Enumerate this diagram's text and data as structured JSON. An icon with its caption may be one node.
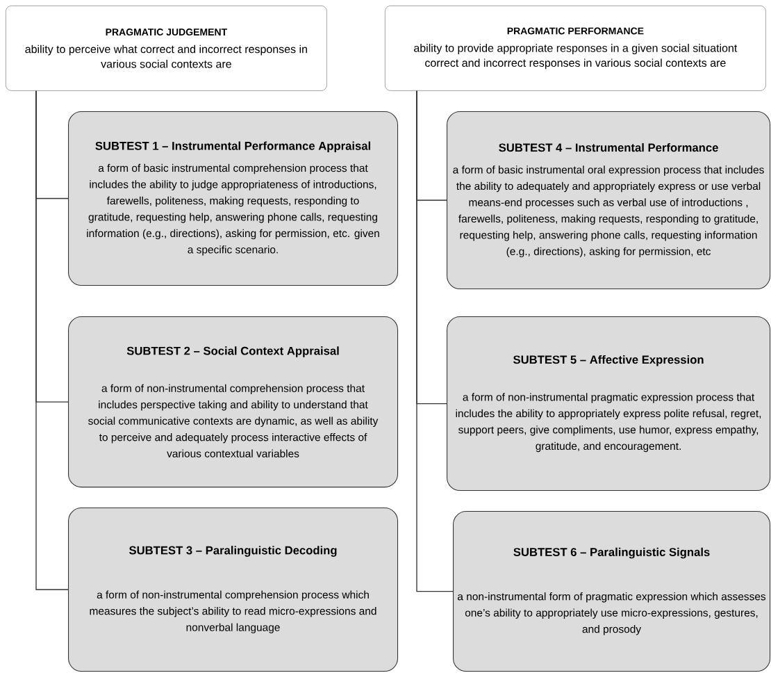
{
  "diagram": {
    "nodes": [
      {
        "text": [
          "PRAGMATIC JUDGEMENT",
          "ability to perceive what correct and incorrect responses in various social contexts are"
        ]
      },
      {
        "text": [
          "SUBTEST 1 – Instrumental Performance Appraisal",
          "a form of basic instrumental comprehension process that includes the ability to judge appropriateness of introductions, farewells, politeness, making requests, responding to gratitude, requesting help, answering phone calls, requesting information (e.g., directions), asking for permission, etc. given a specific scenario."
        ]
      },
      {
        "text": [
          "SUBTEST 2 – Social Context Appraisal",
          "a form of non-instrumental comprehension process that includes perspective taking and ability to understand that social communicative contexts are dynamic, as well as ability to perceive and adequately process interactive effects of various contextual variables"
        ]
      },
      {
        "text": [
          "SUBTEST 3 – Paralinguistic Decoding",
          "a form of non-instrumental comprehension process which measures the subject’s ability to read micro-expressions and nonverbal language"
        ]
      },
      {
        "text": [
          "PRAGMATIC PERFORMANCE",
          "ability to provide appropriate responses in a given social situationt correct and incorrect responses in various social contexts are"
        ]
      },
      {
        "text": [
          "SUBTEST 4 – Instrumental Performance",
          "a form of basic instrumental oral expression process that includes the ability to adequately and appropriately express or use verbal means-end processes such as verbal use of introductions , farewells, politeness, making requests, responding to gratitude, requesting help, answering phone calls, requesting information (e.g., directions), asking for permission, etc"
        ]
      },
      {
        "text": [
          "SUBTEST 5 – Affective Expression",
          "a form of non-instrumental pragmatic expression process that includes the ability to appropriately express polite refusal, regret, support peers, give compliments, use humor, express empathy, gratitude, and encouragement."
        ]
      },
      {
        "text": [
          "SUBTEST 6 – Paralinguistic Signals",
          "a non-instrumental form of pragmatic expression which assesses one’s ability to appropriately use micro-expressions, gestures, and prosody"
        ]
      }
    ],
    "edges": [
      {
        "from": 0,
        "to": 1,
        "arrow": "none"
      },
      {
        "from": 0,
        "to": 2,
        "arrow": "none"
      },
      {
        "from": 0,
        "to": 3,
        "arrow": "none"
      },
      {
        "from": 4,
        "to": 5,
        "arrow": "none"
      },
      {
        "from": 4,
        "to": 6,
        "arrow": "none"
      },
      {
        "from": 4,
        "to": 7,
        "arrow": "none"
      }
    ]
  }
}
